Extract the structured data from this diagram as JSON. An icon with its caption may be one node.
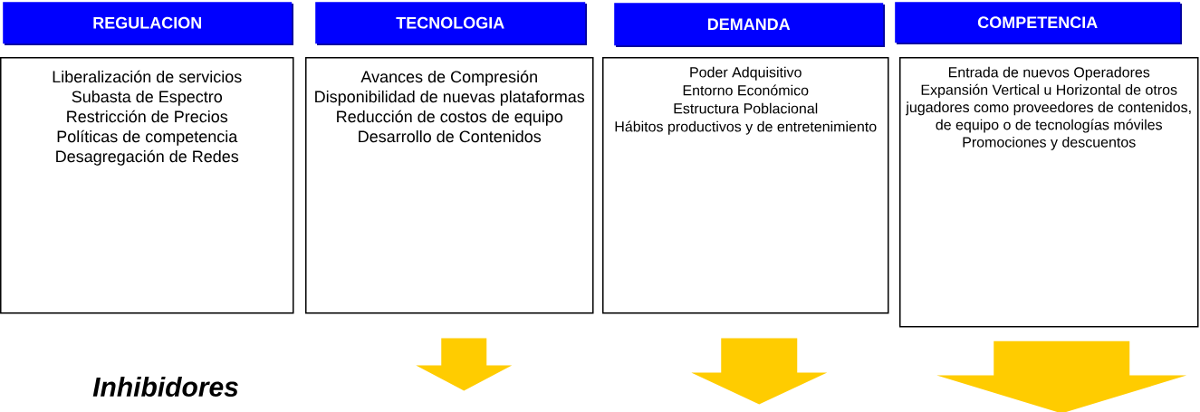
{
  "diagram": {
    "nodes": [
      {
        "text": [
          "REGULACION"
        ]
      },
      {
        "text": [
          "TECNOLOGIA"
        ]
      },
      {
        "text": [
          "DEMANDA"
        ]
      },
      {
        "text": [
          "COMPETENCIA"
        ]
      },
      {
        "text": [
          "Liberalización de servicios",
          "Subasta de Espectro",
          "Restricción de Precios",
          "Políticas de competencia",
          "Desagregación de Redes"
        ]
      },
      {
        "text": [
          "Avances de Compresión",
          "Disponibilidad de nuevas plataformas",
          "Reducción de costos de equipo",
          "Desarrollo de Contenidos"
        ]
      },
      {
        "text": [
          "Poder Adquisitivo",
          "Entorno Económico",
          "Estructura Poblacional",
          "Hábitos productivos y de entretenimiento"
        ]
      },
      {
        "text": [
          "Entrada de nuevos Operadores",
          "Expansión Vertical u Horizontal de otros jugadores como proveedores de contenidos, de equipo o de tecnologías móviles",
          "Promociones y descuentos"
        ]
      }
    ],
    "edges": [
      {
        "from": 5,
        "to": null,
        "arrow": "to"
      },
      {
        "from": 6,
        "to": null,
        "arrow": "to"
      },
      {
        "from": 7,
        "to": null,
        "arrow": "to"
      }
    ],
    "labels": [
      "Inhibidores"
    ]
  }
}
